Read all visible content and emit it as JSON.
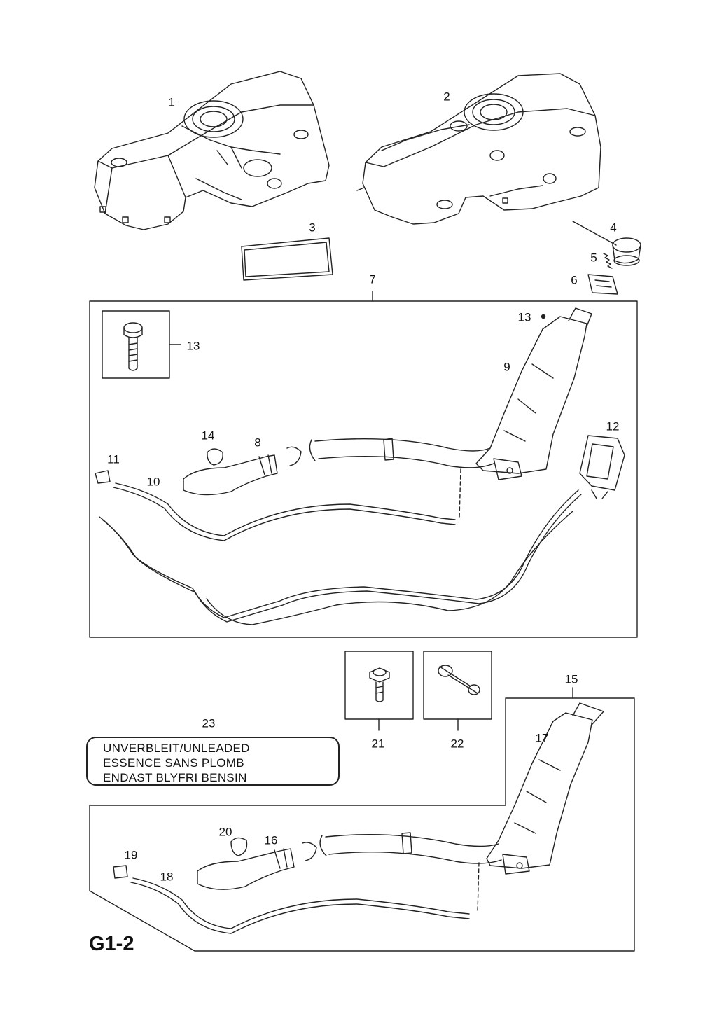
{
  "page_code": "G1-2",
  "callouts": {
    "c1": "1",
    "c2": "2",
    "c3": "3",
    "c4": "4",
    "c5": "5",
    "c6": "6",
    "c7": "7",
    "c8": "8",
    "c9": "9",
    "c10": "10",
    "c11": "11",
    "c12": "12",
    "c13_box": "13",
    "c13_pipe": "13",
    "c14": "14",
    "c15": "15",
    "c16": "16",
    "c17": "17",
    "c18": "18",
    "c19": "19",
    "c20": "20",
    "c21": "21",
    "c22": "22",
    "c23": "23"
  },
  "unleaded_label": {
    "line1": "UNVERBLEIT/UNLEADED",
    "line2": "ESSENCE SANS PLOMB",
    "line3": "ENDAST BLYFRI BENSIN"
  }
}
